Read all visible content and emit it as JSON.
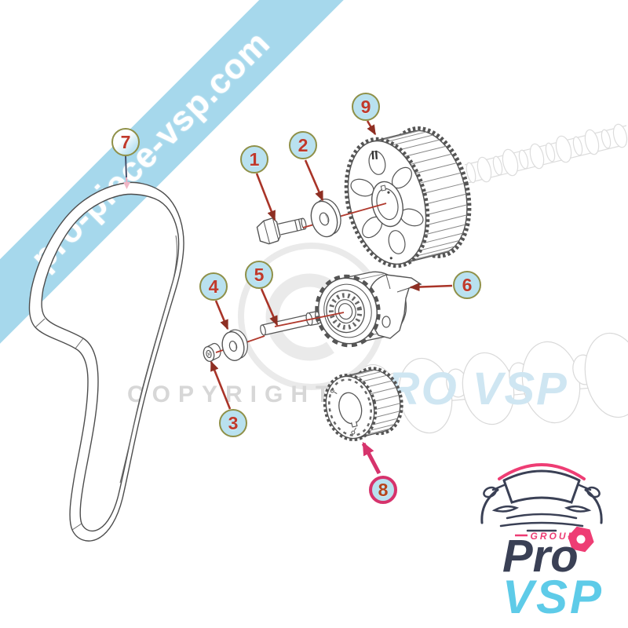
{
  "banner": {
    "text": "pro-piece-vsp.com",
    "color": "#a6d8ec"
  },
  "watermark": {
    "symbol": "©",
    "copyright": "COPYRIGHT",
    "brand": "PRO VSP"
  },
  "diagram": {
    "gear_mark": "II"
  },
  "callouts": [
    {
      "label": "1",
      "highlight": false
    },
    {
      "label": "2",
      "highlight": false
    },
    {
      "label": "3",
      "highlight": false
    },
    {
      "label": "4",
      "highlight": false
    },
    {
      "label": "5",
      "highlight": false
    },
    {
      "label": "6",
      "highlight": false
    },
    {
      "label": "7",
      "highlight": false
    },
    {
      "label": "8",
      "highlight": true
    },
    {
      "label": "9",
      "highlight": false
    }
  ],
  "logo": {
    "group": "GROUP",
    "pro": "Pro",
    "vsp": "VSP"
  },
  "colors": {
    "banner_blue": "#a6d8ec",
    "callout_fill": "#b9e1ef",
    "callout_border": "#8f9048",
    "callout_number": "#c0392b",
    "arrow_red": "#a93428",
    "highlight_pink": "#d6336c",
    "drawing_line": "#4d4d4d",
    "faint_line": "#dcdcdc",
    "watermark_gray": "#d7d7d7",
    "watermark_blue": "#cfe6f2",
    "logo_slate": "#3a4055",
    "logo_pink": "#ee3d74",
    "logo_blue": "#5ecbe8"
  }
}
